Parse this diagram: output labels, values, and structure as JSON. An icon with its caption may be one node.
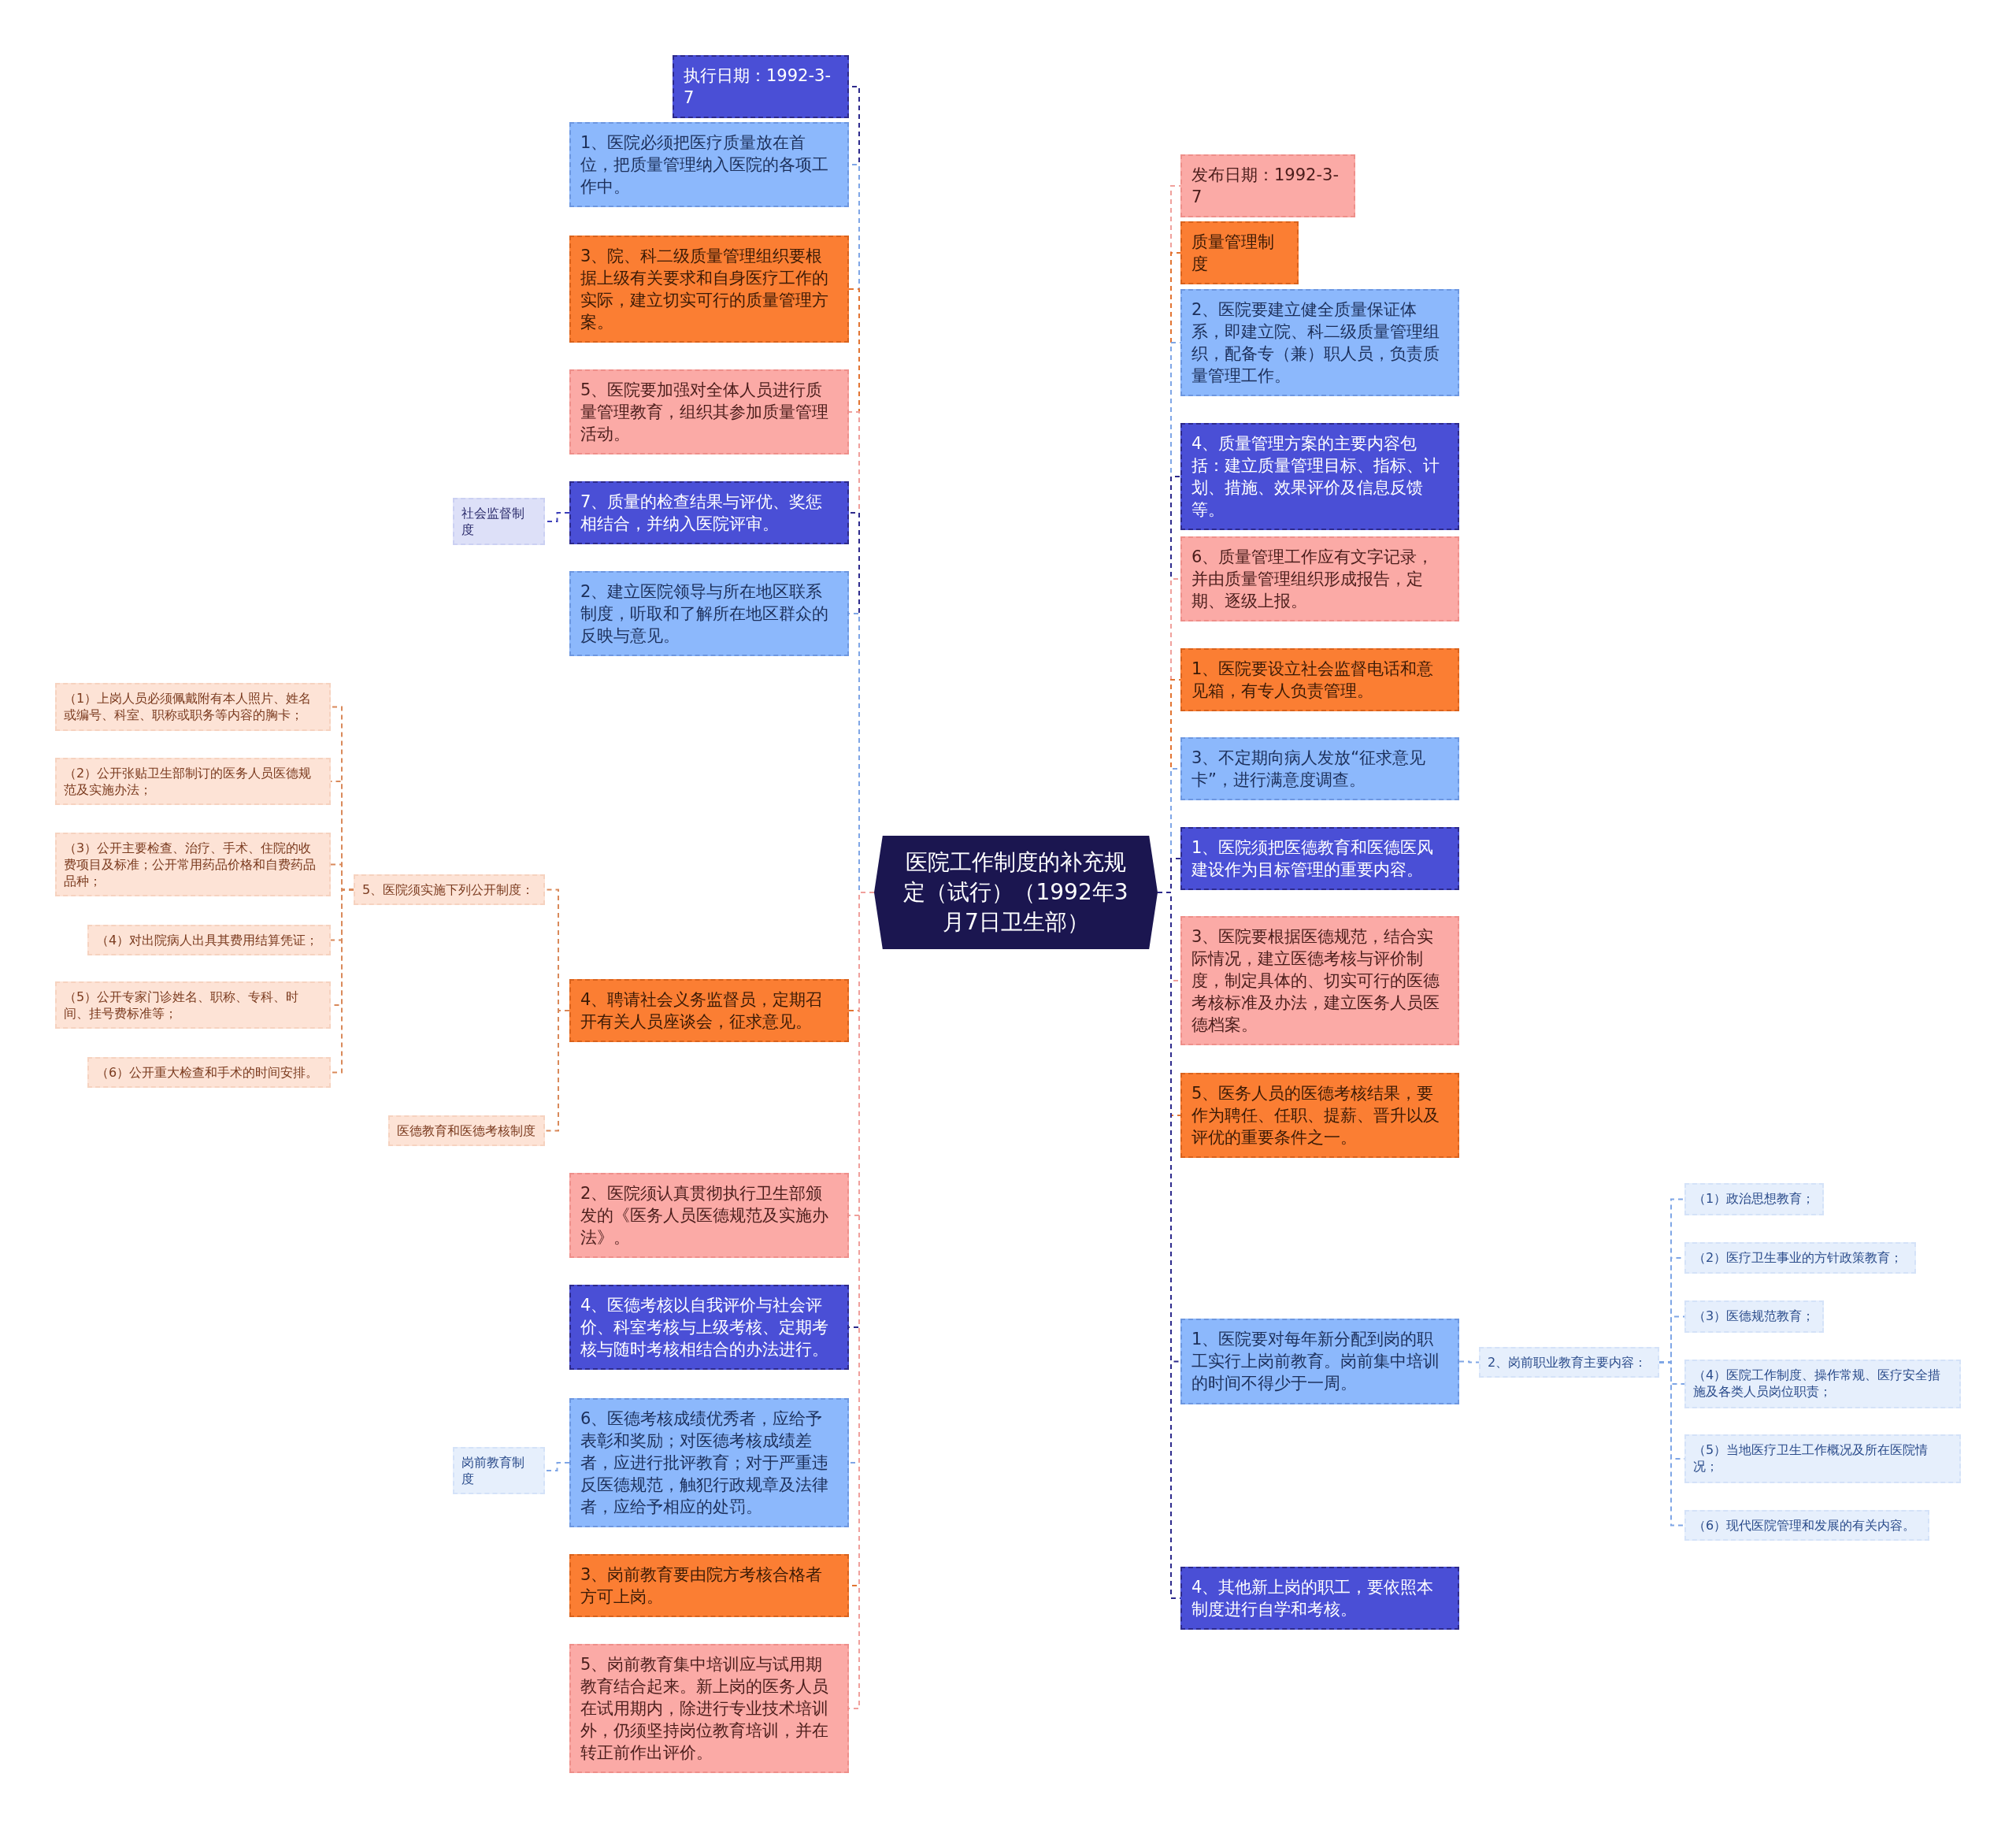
{
  "diagram": {
    "nodes": [
      {
        "text": [
          "医院工作制度的补充规定（试行）（1992年3月7日卫生部）"
        ]
      },
      {
        "text": [
          "执行日期：1992-3-7"
        ]
      },
      {
        "text": [
          "1、医院必须把医疗质量放在首位，把质量管理纳入医院的各项工作中。"
        ]
      },
      {
        "text": [
          "3、院、科二级质量管理组织要根据上级有关要求和自身医疗工作的实际，建立切实可行的质量管理方案。"
        ]
      },
      {
        "text": [
          "5、医院要加强对全体人员进行质量管理教育，组织其参加质量管理活动。"
        ]
      },
      {
        "text": [
          "7、质量的检查结果与评优、奖惩相结合，并纳入医院评审。"
        ]
      },
      {
        "text": [
          "社会监督制度"
        ]
      },
      {
        "text": [
          "2、建立医院领导与所在地区联系制度，听取和了解所在地区群众的反映与意见。"
        ]
      },
      {
        "text": [
          "4、聘请社会义务监督员，定期召开有关人员座谈会，征求意见。"
        ]
      },
      {
        "text": [
          "5、医院须实施下列公开制度："
        ]
      },
      {
        "text": [
          "（1）上岗人员必须佩戴附有本人照片、姓名或编号、科室、职称或职务等内容的胸卡；"
        ]
      },
      {
        "text": [
          "（2）公开张贴卫生部制订的医务人员医德规范及实施办法；"
        ]
      },
      {
        "text": [
          "（3）公开主要检查、治疗、手术、住院的收费项目及标准；公开常用药品价格和自费药品品种；"
        ]
      },
      {
        "text": [
          "（4）对出院病人出具其费用结算凭证；"
        ]
      },
      {
        "text": [
          "（5）公开专家门诊姓名、职称、专科、时间、挂号费标准等；"
        ]
      },
      {
        "text": [
          "（6）公开重大检查和手术的时间安排。"
        ]
      },
      {
        "text": [
          "医德教育和医德考核制度"
        ]
      },
      {
        "text": [
          "2、医院须认真贯彻执行卫生部颁发的《医务人员医德规范及实施办法》。"
        ]
      },
      {
        "text": [
          "4、医德考核以自我评价与社会评价、科室考核与上级考核、定期考核与随时考核相结合的办法进行。"
        ]
      },
      {
        "text": [
          "6、医德考核成绩优秀者，应给予表彰和奖励；对医德考核成绩差者，应进行批评教育；对于严重违反医德规范，触犯行政规章及法律者，应给予相应的处罚。"
        ]
      },
      {
        "text": [
          "岗前教育制度"
        ]
      },
      {
        "text": [
          "3、岗前教育要由院方考核合格者方可上岗。"
        ]
      },
      {
        "text": [
          "5、岗前教育集中培训应与试用期教育结合起来。新上岗的医务人员在试用期内，除进行专业技术培训外，仍须坚持岗位教育培训，并在转正前作出评价。"
        ]
      },
      {
        "text": [
          "发布日期：1992-3-7"
        ]
      },
      {
        "text": [
          "质量管理制度"
        ]
      },
      {
        "text": [
          "2、医院要建立健全质量保证体系，即建立院、科二级质量管理组织，配备专（兼）职人员，负责质量管理工作。"
        ]
      },
      {
        "text": [
          "4、质量管理方案的主要内容包括：建立质量管理目标、指标、计划、措施、效果评价及信息反馈等。"
        ]
      },
      {
        "text": [
          "6、质量管理工作应有文字记录，并由质量管理组织形成报告，定期、逐级上报。"
        ]
      },
      {
        "text": [
          "1、医院要设立社会监督电话和意见箱，有专人负责管理。"
        ]
      },
      {
        "text": [
          "3、不定期向病人发放“征求意见卡”，进行满意度调查。"
        ]
      },
      {
        "text": [
          "1、医院须把医德教育和医德医风建设作为目标管理的重要内容。"
        ]
      },
      {
        "text": [
          "3、医院要根据医德规范，结合实际情况，建立医德考核与评价制度，制定具体的、切实可行的医德考核标准及办法，建立医务人员医德档案。"
        ]
      },
      {
        "text": [
          "5、医务人员的医德考核结果，要作为聘任、任职、提薪、晋升以及评优的重要条件之一。"
        ]
      },
      {
        "text": [
          "1、医院要对每年新分配到岗的职工实行上岗前教育。岗前集中培训的时间不得少于一周。"
        ]
      },
      {
        "text": [
          "2、岗前职业教育主要内容："
        ]
      },
      {
        "text": [
          "（1）政治思想教育；"
        ]
      },
      {
        "text": [
          "（2）医疗卫生事业的方针政策教育；"
        ]
      },
      {
        "text": [
          "（3）医德规范教育；"
        ]
      },
      {
        "text": [
          "（4）医院工作制度、操作常规、医疗安全措施及各类人员岗位职责；"
        ]
      },
      {
        "text": [
          "（5）当地医疗卫生工作概况及所在医院情况；"
        ]
      },
      {
        "text": [
          "（6）现代医院管理和发展的有关内容。"
        ]
      },
      {
        "text": [
          "4、其他新上岗的职工，要依照本制度进行自学和考核。"
        ]
      }
    ],
    "edges": [
      {
        "from": 0,
        "to": 1,
        "arrow": "none",
        "style": "dashed",
        "color": "#2d2a8c"
      },
      {
        "from": 0,
        "to": 2,
        "arrow": "none",
        "style": "dashed",
        "color": "#7fa6e6"
      },
      {
        "from": 0,
        "to": 3,
        "arrow": "none",
        "style": "dashed",
        "color": "#e27432"
      },
      {
        "from": 0,
        "to": 4,
        "arrow": "none",
        "style": "dashed",
        "color": "#f0a09c"
      },
      {
        "from": 0,
        "to": 5,
        "arrow": "none",
        "style": "dashed",
        "color": "#2d2a8c"
      },
      {
        "from": 5,
        "to": 6,
        "arrow": "none",
        "style": "dashed",
        "color": "#3c3fb8"
      },
      {
        "from": 0,
        "to": 7,
        "arrow": "none",
        "style": "dashed",
        "color": "#7fa6e6"
      },
      {
        "from": 0,
        "to": 8,
        "arrow": "none",
        "style": "dashed",
        "color": "#e27432"
      },
      {
        "from": 8,
        "to": 9,
        "arrow": "none",
        "style": "dashed",
        "color": "#d9895a"
      },
      {
        "from": 9,
        "to": 10,
        "arrow": "none",
        "style": "dashed",
        "color": "#d9895a"
      },
      {
        "from": 9,
        "to": 11,
        "arrow": "none",
        "style": "dashed",
        "color": "#d9895a"
      },
      {
        "from": 9,
        "to": 12,
        "arrow": "none",
        "style": "dashed",
        "color": "#d9895a"
      },
      {
        "from": 9,
        "to": 13,
        "arrow": "none",
        "style": "dashed",
        "color": "#d9895a"
      },
      {
        "from": 9,
        "to": 14,
        "arrow": "none",
        "style": "dashed",
        "color": "#d9895a"
      },
      {
        "from": 9,
        "to": 15,
        "arrow": "none",
        "style": "dashed",
        "color": "#d9895a"
      },
      {
        "from": 8,
        "to": 16,
        "arrow": "none",
        "style": "dashed",
        "color": "#d9895a"
      },
      {
        "from": 0,
        "to": 17,
        "arrow": "none",
        "style": "dashed",
        "color": "#f0a09c"
      },
      {
        "from": 0,
        "to": 18,
        "arrow": "none",
        "style": "dashed",
        "color": "#2d2a8c"
      },
      {
        "from": 0,
        "to": 19,
        "arrow": "none",
        "style": "dashed",
        "color": "#7fa6e6"
      },
      {
        "from": 19,
        "to": 20,
        "arrow": "none",
        "style": "dashed",
        "color": "#7fa6e6"
      },
      {
        "from": 0,
        "to": 21,
        "arrow": "none",
        "style": "dashed",
        "color": "#e27432"
      },
      {
        "from": 0,
        "to": 22,
        "arrow": "none",
        "style": "dashed",
        "color": "#f0a09c"
      },
      {
        "from": 0,
        "to": 23,
        "arrow": "none",
        "style": "dashed",
        "color": "#f0a09c"
      },
      {
        "from": 0,
        "to": 24,
        "arrow": "none",
        "style": "dashed",
        "color": "#e27432"
      },
      {
        "from": 0,
        "to": 25,
        "arrow": "none",
        "style": "dashed",
        "color": "#7fa6e6"
      },
      {
        "from": 0,
        "to": 26,
        "arrow": "none",
        "style": "dashed",
        "color": "#2d2a8c"
      },
      {
        "from": 0,
        "to": 27,
        "arrow": "none",
        "style": "dashed",
        "color": "#f0a09c"
      },
      {
        "from": 0,
        "to": 28,
        "arrow": "none",
        "style": "dashed",
        "color": "#e27432"
      },
      {
        "from": 0,
        "to": 29,
        "arrow": "none",
        "style": "dashed",
        "color": "#7fa6e6"
      },
      {
        "from": 0,
        "to": 30,
        "arrow": "none",
        "style": "dashed",
        "color": "#2d2a8c"
      },
      {
        "from": 0,
        "to": 31,
        "arrow": "none",
        "style": "dashed",
        "color": "#f0a09c"
      },
      {
        "from": 0,
        "to": 32,
        "arrow": "none",
        "style": "dashed",
        "color": "#e27432"
      },
      {
        "from": 0,
        "to": 33,
        "arrow": "none",
        "style": "dashed",
        "color": "#2d2a8c"
      },
      {
        "from": 33,
        "to": 34,
        "arrow": "none",
        "style": "dashed",
        "color": "#7fa6e6"
      },
      {
        "from": 34,
        "to": 35,
        "arrow": "none",
        "style": "dashed",
        "color": "#7fa6e6"
      },
      {
        "from": 34,
        "to": 36,
        "arrow": "none",
        "style": "dashed",
        "color": "#7fa6e6"
      },
      {
        "from": 34,
        "to": 37,
        "arrow": "none",
        "style": "dashed",
        "color": "#7fa6e6"
      },
      {
        "from": 34,
        "to": 38,
        "arrow": "none",
        "style": "dashed",
        "color": "#7fa6e6"
      },
      {
        "from": 34,
        "to": 39,
        "arrow": "none",
        "style": "dashed",
        "color": "#7fa6e6"
      },
      {
        "from": 34,
        "to": 40,
        "arrow": "none",
        "style": "dashed",
        "color": "#7fa6e6"
      },
      {
        "from": 0,
        "to": 41,
        "arrow": "none",
        "style": "dashed",
        "color": "#2d2a8c"
      }
    ]
  }
}
